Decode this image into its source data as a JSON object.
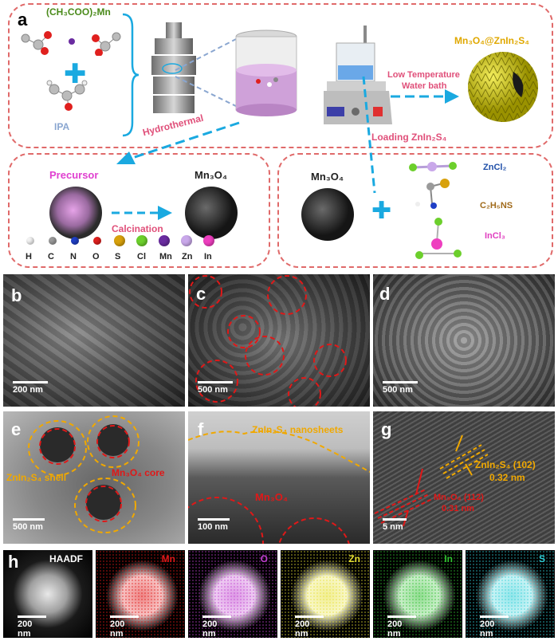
{
  "panel_a": {
    "letter": "a",
    "reagent_mn": "(CH₃COO)₂Mn",
    "reagent_ipa": "IPA",
    "hydrothermal": "Hydrothermal",
    "low_temp": "Low Temperature",
    "water_bath": "Water bath",
    "product": "Mn₃O₄@ZnIn₂S₄",
    "loading": "Loading ZnIn₂S₄",
    "precursor": "Precursor",
    "calcination": "Calcination",
    "mn3o4_left": "Mn₃O₄",
    "mn3o4_right": "Mn₃O₄",
    "zncl2": "ZnCl₂",
    "c2h5ns": "C₂H₅NS",
    "incl3": "InCl₃",
    "legend": [
      {
        "label": "H",
        "color": "#f2f2f2"
      },
      {
        "label": "C",
        "color": "#9a9a9a"
      },
      {
        "label": "N",
        "color": "#1f3fc6"
      },
      {
        "label": "O",
        "color": "#e0201e"
      },
      {
        "label": "S",
        "color": "#d8a10c"
      },
      {
        "label": "Cl",
        "color": "#6ccf2c"
      },
      {
        "label": "Mn",
        "color": "#6a2ca0"
      },
      {
        "label": "Zn",
        "color": "#c9a8ea"
      },
      {
        "label": "In",
        "color": "#ee3fbf"
      }
    ]
  },
  "sem": [
    {
      "letter": "b",
      "scale": "200 nm"
    },
    {
      "letter": "c",
      "scale": "500 nm"
    },
    {
      "letter": "d",
      "scale": "500 nm"
    }
  ],
  "tem": {
    "e": {
      "letter": "e",
      "shell": "ZnIn₂S₄ shell",
      "core": "Mn₃O₄ core",
      "scale": "500 nm"
    },
    "f": {
      "letter": "f",
      "nanosheets": "ZnIn₂S₄ nanosheets",
      "mn3o4": "Mn₃O₄",
      "scale": "100 nm"
    },
    "g": {
      "letter": "g",
      "zis_plane": "ZnIn₂S₄ (102)",
      "zis_d": "0.32 nm",
      "mn_plane": "Mn₃O₄ (112)",
      "mn_d": "0.31 nm",
      "scale": "5 nm"
    }
  },
  "eds": {
    "letter": "h",
    "maps": [
      {
        "title": "HAADF",
        "color": "#ffffff",
        "scale": "200 nm"
      },
      {
        "title": "Mn",
        "color": "#e01818",
        "scale": "200 nm"
      },
      {
        "title": "O",
        "color": "#c040d0",
        "scale": "200 nm"
      },
      {
        "title": "Zn",
        "color": "#e6e032",
        "scale": "200 nm"
      },
      {
        "title": "In",
        "color": "#30c030",
        "scale": "200 nm"
      },
      {
        "title": "S",
        "color": "#30d0d8",
        "scale": "200 nm"
      }
    ]
  },
  "colors": {
    "dash_red": "#e06a6a",
    "arrow_blue": "#1aa9e0",
    "green_text": "#4a8a1a",
    "pink_text": "#e0507a",
    "label_orange": "#f0a800",
    "label_red": "#e01818"
  }
}
